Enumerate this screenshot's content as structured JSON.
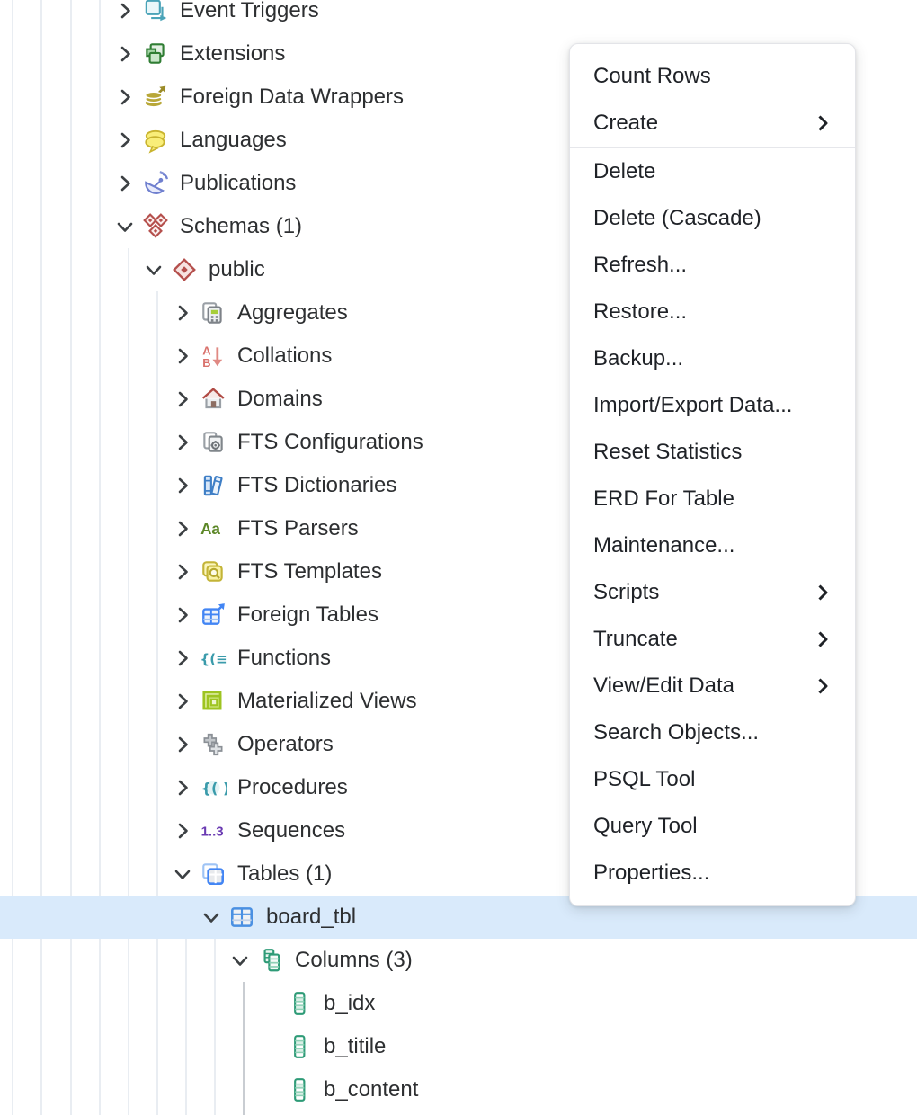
{
  "app": "pgAdmin object browser",
  "colors": {
    "selection_bg": "#d9eafb",
    "tree_text": "#2d2f31",
    "menu_bg": "#ffffff",
    "menu_text": "#1f2227",
    "menu_separator": "#e6e7eb",
    "indent_guide": "#e9edf2",
    "indent_guide_active": "#c9cdd2",
    "table_accent_blue": "#4285f4",
    "column_accent_green": "#2e9b77",
    "schema_accent_red": "#b5504d"
  },
  "tree": {
    "items": [
      {
        "label": "Event Triggers",
        "icon": "event-triggers-icon",
        "depth": 0,
        "state": "collapsed",
        "selected": false
      },
      {
        "label": "Extensions",
        "icon": "extensions-icon",
        "depth": 0,
        "state": "collapsed",
        "selected": false
      },
      {
        "label": "Foreign Data Wrappers",
        "icon": "foreign-data-wrappers-icon",
        "depth": 0,
        "state": "collapsed",
        "selected": false
      },
      {
        "label": "Languages",
        "icon": "languages-icon",
        "depth": 0,
        "state": "collapsed",
        "selected": false
      },
      {
        "label": "Publications",
        "icon": "publications-icon",
        "depth": 0,
        "state": "collapsed",
        "selected": false
      },
      {
        "label": "Schemas (1)",
        "icon": "schemas-icon",
        "depth": 0,
        "state": "expanded",
        "selected": false
      },
      {
        "label": "public",
        "icon": "schema-icon",
        "depth": 1,
        "state": "expanded",
        "selected": false
      },
      {
        "label": "Aggregates",
        "icon": "aggregates-icon",
        "depth": 2,
        "state": "collapsed",
        "selected": false
      },
      {
        "label": "Collations",
        "icon": "collations-icon",
        "depth": 2,
        "state": "collapsed",
        "selected": false
      },
      {
        "label": "Domains",
        "icon": "domains-icon",
        "depth": 2,
        "state": "collapsed",
        "selected": false
      },
      {
        "label": "FTS Configurations",
        "icon": "fts-configurations-icon",
        "depth": 2,
        "state": "collapsed",
        "selected": false
      },
      {
        "label": "FTS Dictionaries",
        "icon": "fts-dictionaries-icon",
        "depth": 2,
        "state": "collapsed",
        "selected": false
      },
      {
        "label": "FTS Parsers",
        "icon": "fts-parsers-icon",
        "depth": 2,
        "state": "collapsed",
        "selected": false
      },
      {
        "label": "FTS Templates",
        "icon": "fts-templates-icon",
        "depth": 2,
        "state": "collapsed",
        "selected": false
      },
      {
        "label": "Foreign Tables",
        "icon": "foreign-tables-icon",
        "depth": 2,
        "state": "collapsed",
        "selected": false
      },
      {
        "label": "Functions",
        "icon": "functions-icon",
        "depth": 2,
        "state": "collapsed",
        "selected": false
      },
      {
        "label": "Materialized Views",
        "icon": "materialized-views-icon",
        "depth": 2,
        "state": "collapsed",
        "selected": false
      },
      {
        "label": "Operators",
        "icon": "operators-icon",
        "depth": 2,
        "state": "collapsed",
        "selected": false
      },
      {
        "label": "Procedures",
        "icon": "procedures-icon",
        "depth": 2,
        "state": "collapsed",
        "selected": false
      },
      {
        "label": "Sequences",
        "icon": "sequences-icon",
        "depth": 2,
        "state": "collapsed",
        "selected": false
      },
      {
        "label": "Tables (1)",
        "icon": "tables-icon",
        "depth": 2,
        "state": "expanded",
        "selected": false
      },
      {
        "label": "board_tbl",
        "icon": "table-icon",
        "depth": 3,
        "state": "expanded",
        "selected": true
      },
      {
        "label": "Columns (3)",
        "icon": "columns-icon",
        "depth": 4,
        "state": "expanded",
        "selected": false
      },
      {
        "label": "b_idx",
        "icon": "column-icon",
        "depth": 5,
        "state": "leaf",
        "selected": false
      },
      {
        "label": "b_titile",
        "icon": "column-icon",
        "depth": 5,
        "state": "leaf",
        "selected": false
      },
      {
        "label": "b_content",
        "icon": "column-icon",
        "depth": 5,
        "state": "leaf",
        "selected": false
      }
    ]
  },
  "context_menu": {
    "items": [
      {
        "label": "Count Rows",
        "submenu": false
      },
      {
        "label": "Create",
        "submenu": true
      },
      {
        "separator": true
      },
      {
        "label": "Delete",
        "submenu": false
      },
      {
        "label": "Delete (Cascade)",
        "submenu": false
      },
      {
        "label": "Refresh...",
        "submenu": false
      },
      {
        "label": "Restore...",
        "submenu": false
      },
      {
        "label": "Backup...",
        "submenu": false
      },
      {
        "label": "Import/Export Data...",
        "submenu": false
      },
      {
        "label": "Reset Statistics",
        "submenu": false
      },
      {
        "label": "ERD For Table",
        "submenu": false
      },
      {
        "label": "Maintenance...",
        "submenu": false
      },
      {
        "label": "Scripts",
        "submenu": true
      },
      {
        "label": "Truncate",
        "submenu": true
      },
      {
        "label": "View/Edit Data",
        "submenu": true
      },
      {
        "label": "Search Objects...",
        "submenu": false
      },
      {
        "label": "PSQL Tool",
        "submenu": false
      },
      {
        "label": "Query Tool",
        "submenu": false
      },
      {
        "label": "Properties...",
        "submenu": false
      }
    ]
  }
}
